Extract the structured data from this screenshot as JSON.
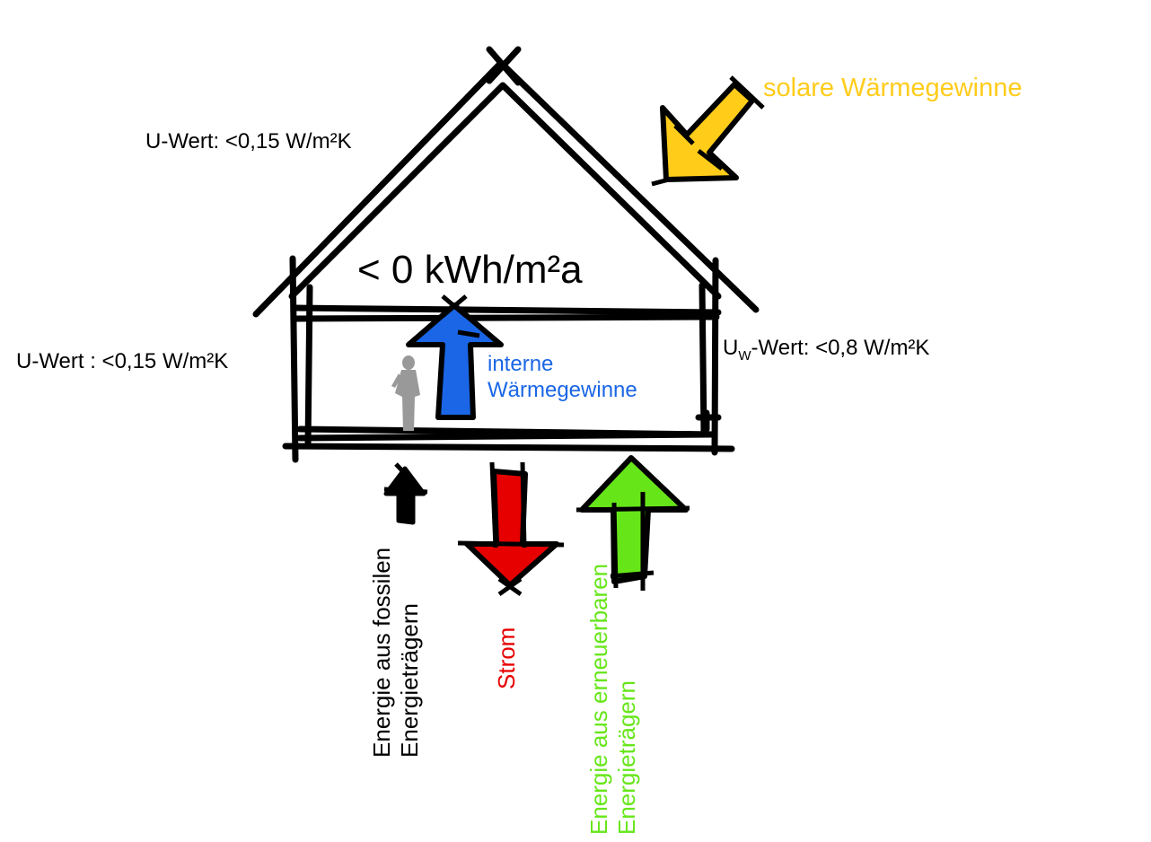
{
  "colors": {
    "ink": "#000000",
    "solar": "#ffcc1a",
    "internal": "#1a66e6",
    "electricity": "#e60000",
    "renewable": "#66e619",
    "person": "#999999"
  },
  "labels": {
    "solar_gains": "solare Wärmegewinne",
    "roof_u_value": "U-Wert: <0,15 W/m²K",
    "energy_demand": "< 0 kWh/m²a",
    "wall_u_value": "U-Wert : <0,15 W/m²K",
    "window_u_prefix": "U",
    "window_u_sub": "W",
    "window_u_suffix": "-Wert: <0,8 W/m²K",
    "internal_gains_line1": "interne",
    "internal_gains_line2": "Wärmegewinne",
    "fossil_line1": "Energie aus fossilen",
    "fossil_line2": "Energieträgern",
    "electricity": "Strom",
    "renewable_line1": "Energie aus erneuerbaren",
    "renewable_line2": "Energieträgern"
  },
  "icons": {
    "solar_arrow": "arrow-down-left-icon",
    "internal_arrow": "arrow-up-icon",
    "fossil_arrow": "arrow-up-icon",
    "electricity_arrow": "arrow-down-icon",
    "renewable_arrow": "arrow-up-icon",
    "person": "person-silhouette-icon"
  }
}
